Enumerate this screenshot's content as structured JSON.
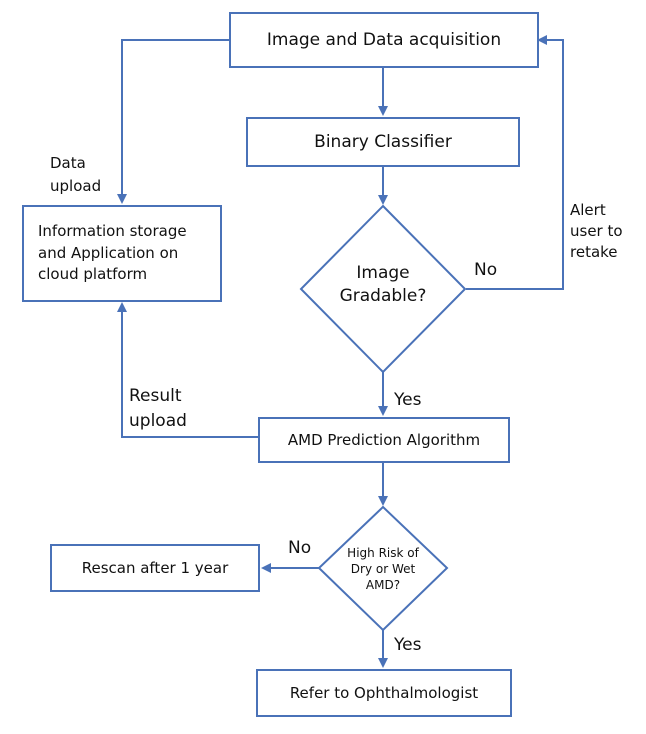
{
  "nodes": {
    "acquisition": "Image and Data acquisition",
    "classifier": "Binary Classifier",
    "gradable": "Image\nGradable?",
    "storage": "Information storage\nand Application on\ncloud platform",
    "amd_algorithm": "AMD Prediction Algorithm",
    "high_risk": "High Risk of\nDry or Wet\nAMD?",
    "rescan": "Rescan after 1 year",
    "refer": "Refer to Ophthalmologist"
  },
  "labels": {
    "data_upload": "Data\nupload",
    "alert": "Alert\nuser to\nretake",
    "gradable_no": "No",
    "gradable_yes": "Yes",
    "result_upload": "Result\nupload",
    "risk_no": "No",
    "risk_yes": "Yes"
  },
  "colors": {
    "stroke": "#4a72b8"
  }
}
